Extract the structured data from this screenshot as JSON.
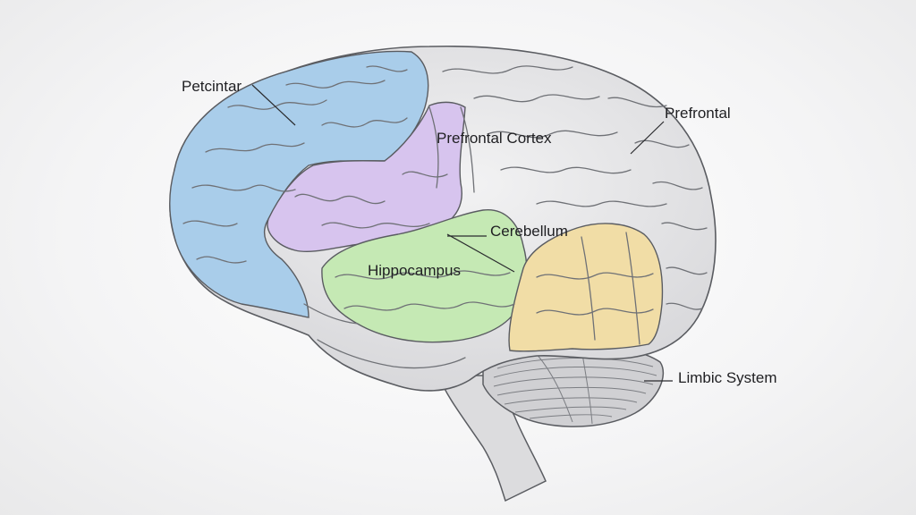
{
  "labels": {
    "petcintar": "Petcintar",
    "prefrontal_cortex": "Prefrontal Cortex",
    "prefrontal": "Prefrontal",
    "cerebellum": "Cerebellum",
    "hippocampus": "Hippocampus",
    "limbic_system": "Limbic System"
  },
  "colors": {
    "background": "#f4f4f5",
    "brain_base": "#e4e4e6",
    "blue_region": "#a9cdea",
    "purple_region": "#d7c4ee",
    "green_region": "#c5e9b4",
    "yellow_region": "#f1dda6",
    "cerebellum": "#d0d0d3",
    "outline": "#5a5c61"
  }
}
